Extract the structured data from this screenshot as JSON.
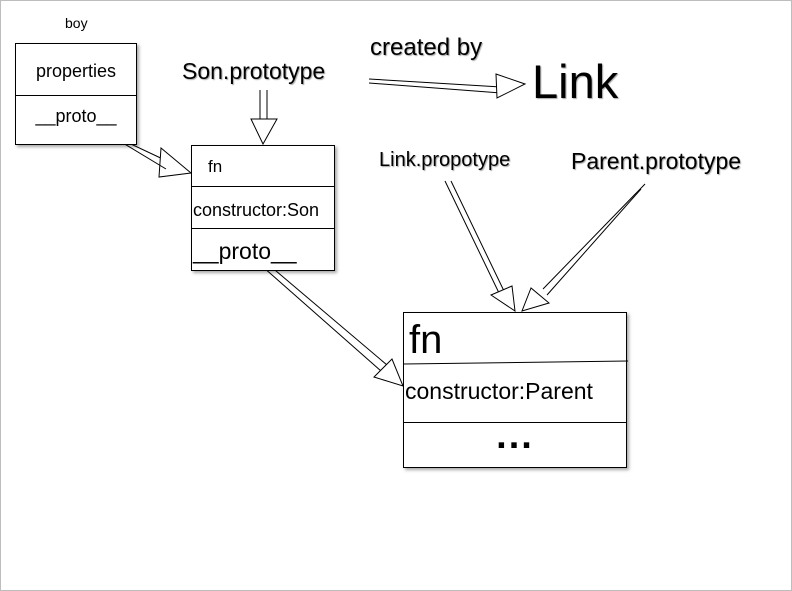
{
  "labels": {
    "boy": "boy",
    "son_prototype": "Son.prototype",
    "created_by": "created by",
    "link": "Link",
    "link_propotype": "Link.propotype",
    "parent_prototype": "Parent.prototype"
  },
  "boy_box": {
    "properties": "properties",
    "proto": "__proto__"
  },
  "son_box": {
    "fn": "fn",
    "constructor": "constructor:Son",
    "proto": "__proto__"
  },
  "parent_box": {
    "fn": "fn",
    "constructor": "constructor:Parent",
    "more": "..."
  }
}
